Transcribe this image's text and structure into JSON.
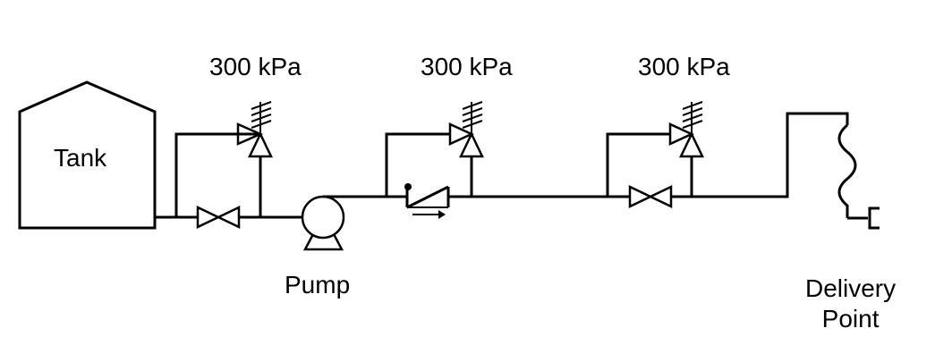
{
  "labels": {
    "tank": "Tank",
    "pump": "Pump",
    "delivery_line1": "Delivery",
    "delivery_line2": "Point",
    "relief_valve_1_pressure": "300 kPa",
    "relief_valve_2_pressure": "300 kPa",
    "relief_valve_3_pressure": "300 kPa"
  }
}
